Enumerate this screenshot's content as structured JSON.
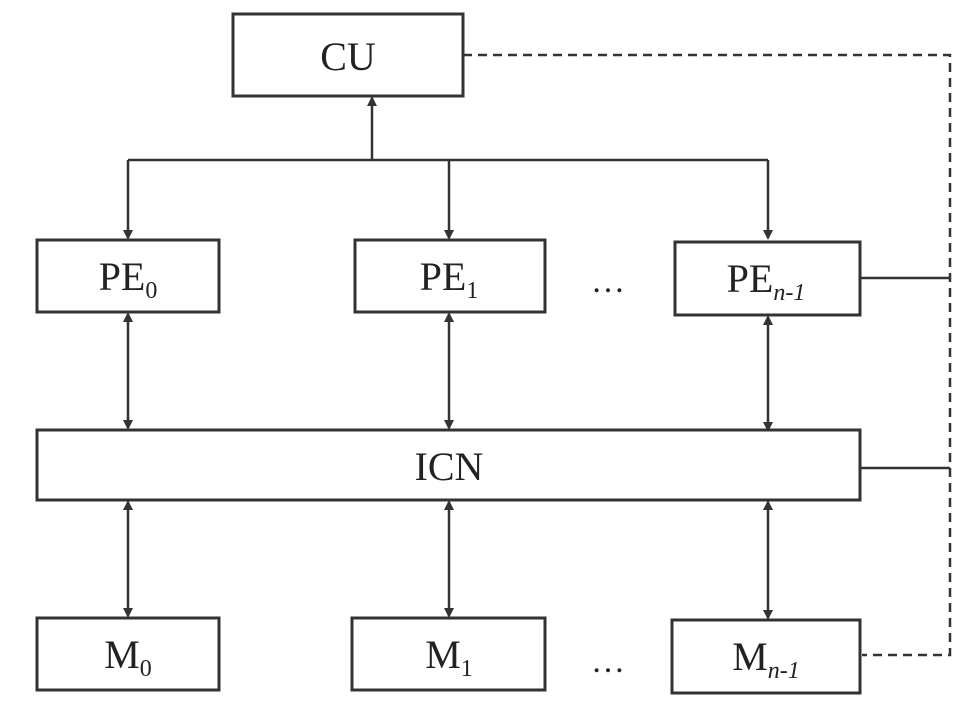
{
  "diagram": {
    "cu": {
      "label": "CU"
    },
    "pes": [
      {
        "base": "PE",
        "sub": "0"
      },
      {
        "base": "PE",
        "sub": "1"
      },
      {
        "base": "PE",
        "sub": "n-1"
      }
    ],
    "icn": {
      "label": "ICN"
    },
    "mems": [
      {
        "base": "M",
        "sub": "0"
      },
      {
        "base": "M",
        "sub": "1"
      },
      {
        "base": "M",
        "sub": "n-1"
      }
    ],
    "ellipsis": "…",
    "line_color": "#333333"
  }
}
